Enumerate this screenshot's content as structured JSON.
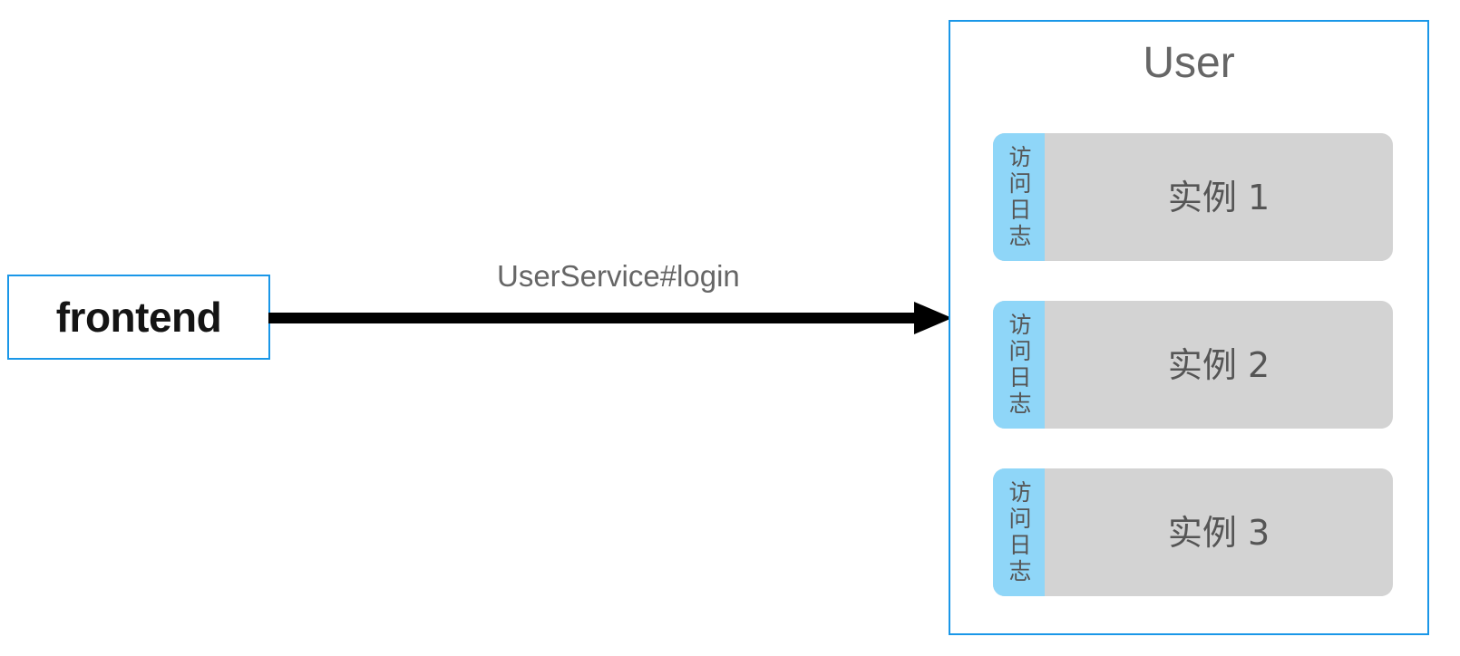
{
  "diagram": {
    "type": "service-topology",
    "background_color": "#ffffff",
    "frontend": {
      "label": "frontend",
      "border_color": "#1a97e8",
      "text_color": "#141414"
    },
    "edge": {
      "label": "UserService#login",
      "label_color": "#666666",
      "line_color": "#000000",
      "direction": "frontend-to-user"
    },
    "service": {
      "title": "User",
      "title_color": "#666666",
      "border_color": "#1a97e8",
      "instances": [
        {
          "name": "实例 1",
          "log_label": "访问日志",
          "log_color": "#8fd6f8",
          "panel_color": "#d3d3d3"
        },
        {
          "name": "实例 2",
          "log_label": "访问日志",
          "log_color": "#8fd6f8",
          "panel_color": "#d3d3d3"
        },
        {
          "name": "实例 3",
          "log_label": "访问日志",
          "log_color": "#8fd6f8",
          "panel_color": "#d3d3d3"
        }
      ]
    }
  }
}
